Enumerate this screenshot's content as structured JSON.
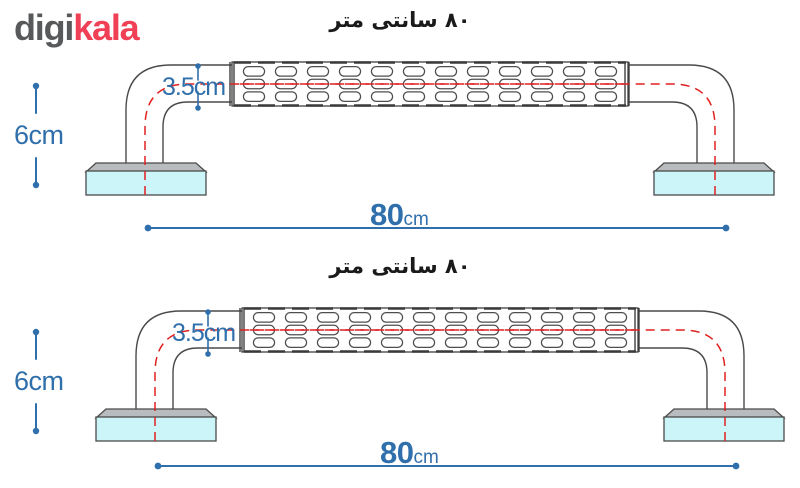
{
  "logo": {
    "name": "digikala-logo",
    "part_one": "digi",
    "part_two": "kala",
    "color_part_one": "#58595b",
    "color_part_two": "#ef4056"
  },
  "colors": {
    "dimension_blue": "#2f6fab",
    "centerline_red": "#e02020",
    "flange_cyan": "#ccf5f9",
    "tube_stroke": "#4a4a4a",
    "background": "#ffffff"
  },
  "diagrams": [
    {
      "id": "diagram-top",
      "title": "۸۰ سانتی متر",
      "dimensions": {
        "height_label": "6cm",
        "diameter_label": "3.5cm",
        "length_value": "80",
        "length_unit": "cm"
      },
      "grip": {
        "pill_groups": 12,
        "pills_per_group": 3
      }
    },
    {
      "id": "diagram-bottom",
      "title": "۸۰ سانتی متر",
      "dimensions": {
        "height_label": "6cm",
        "diameter_label": "3.5cm",
        "length_value": "80",
        "length_unit": "cm"
      },
      "grip": {
        "pill_groups": 12,
        "pills_per_group": 3
      }
    }
  ]
}
